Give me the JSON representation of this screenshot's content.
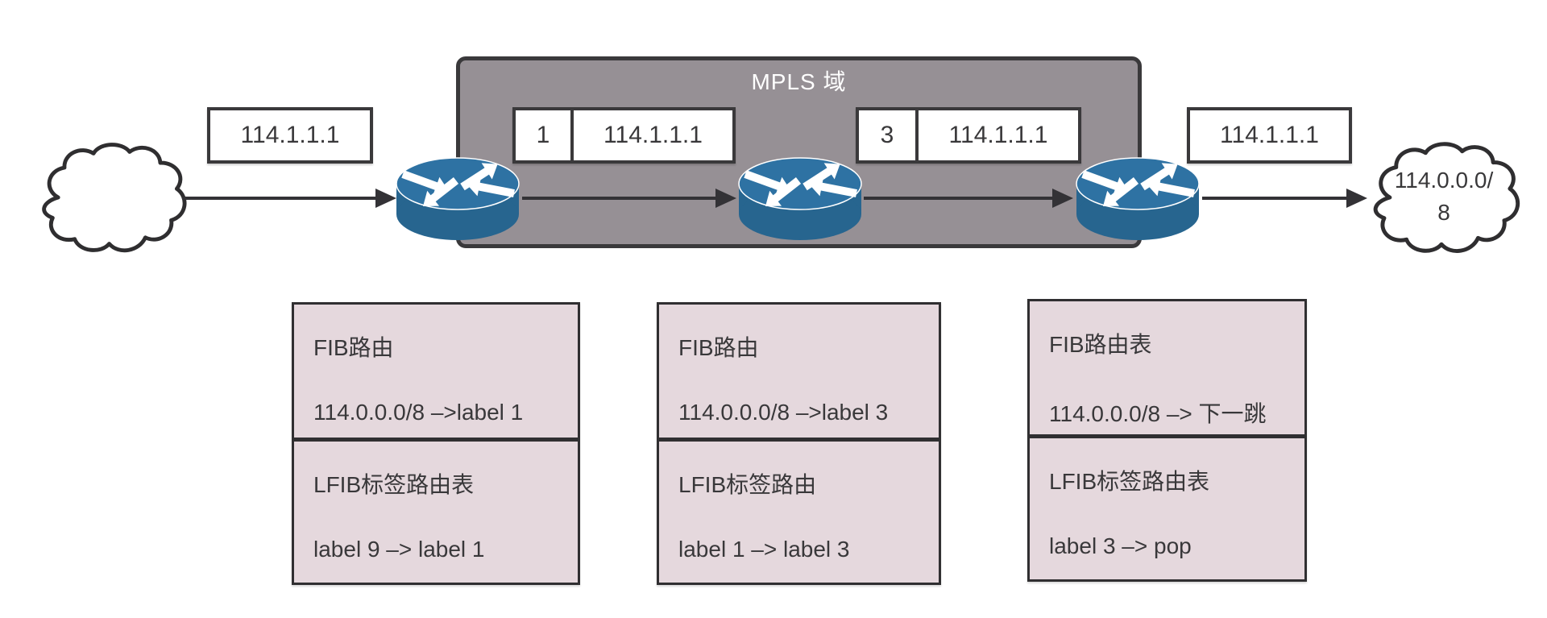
{
  "mpls": {
    "title": "MPLS 域"
  },
  "clouds": {
    "right": {
      "line1": "114.0.0.0/",
      "line2": "8"
    }
  },
  "packets": {
    "p1": {
      "ip": "114.1.1.1"
    },
    "p2": {
      "label": "1",
      "ip": "114.1.1.1"
    },
    "p3": {
      "label": "3",
      "ip": "114.1.1.1"
    },
    "p4": {
      "ip": "114.1.1.1"
    }
  },
  "tables": [
    {
      "fib_title": "FIB路由",
      "fib_entry": "114.0.0.0/8 –>label 1",
      "lfib_title": "LFIB标签路由表",
      "lfib_entry": "label 9 –> label 1"
    },
    {
      "fib_title": "FIB路由",
      "fib_entry": "114.0.0.0/8 –>label 3",
      "lfib_title": "LFIB标签路由",
      "lfib_entry": "label 1 –> label 3"
    },
    {
      "fib_title": "FIB路由表",
      "fib_entry": "114.0.0.0/8 –> 下一跳",
      "lfib_title": "LFIB标签路由表",
      "lfib_entry": "label 3 –> pop"
    }
  ],
  "colors": {
    "mpls_fill": "#969095",
    "mpls_border": "#3a393b",
    "table_fill": "#e5d8dd",
    "table_border": "#302f31",
    "box_border": "#3a393b",
    "arrow": "#333236",
    "router_top": "#2e72a3",
    "router_body": "#27658f",
    "text": "#39383a",
    "title_text": "#ffffff"
  }
}
